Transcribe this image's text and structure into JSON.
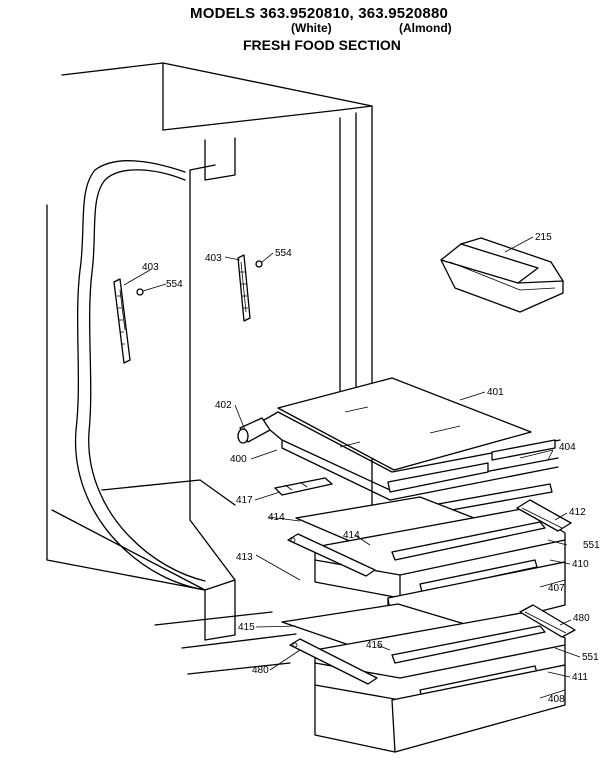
{
  "header": {
    "title": "MODELS 363.9520810, 363.9520880",
    "white": "(White)",
    "almond": "(Almond)",
    "section": "FRESH FOOD SECTION"
  },
  "parts": {
    "p215": "215",
    "p400": "400",
    "p401": "401",
    "p402": "402",
    "p403a": "403",
    "p403b": "403",
    "p404": "404",
    "p407": "407",
    "p408": "408",
    "p410": "410",
    "p411": "411",
    "p412": "412",
    "p413": "413",
    "p414a": "414",
    "p414b": "414",
    "p415a": "415",
    "p415b": "415",
    "p417": "417",
    "p480a": "480",
    "p480b": "480",
    "p551a": "551",
    "p551b": "551",
    "p554a": "554",
    "p554b": "554"
  }
}
